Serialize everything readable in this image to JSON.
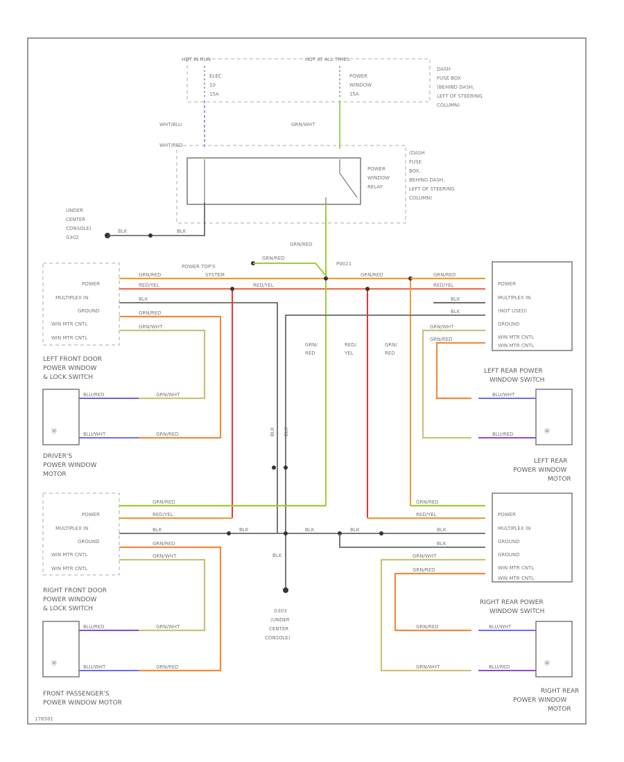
{
  "fuse_panel": {
    "hot_in_run": "HOT IN RUN",
    "hot_at_all_times": "HOT AT ALL TIMES",
    "fuse_left": [
      "ELEC",
      "10",
      "15A"
    ],
    "fuse_right": [
      "POWER",
      "WINDOW",
      "15A"
    ],
    "location": [
      "DASH",
      "FUSE BOX",
      "(BEHIND DASH,",
      "LEFT OF STEERING",
      "COLUMN)"
    ]
  },
  "wires": {
    "wht_blu": "WHT/BLU",
    "grn_wht": "GRN/WHT",
    "wht_red": "WHT/RED",
    "grn_red": "GRN/RED",
    "red_yel": "RED/YEL",
    "blk": "BLK",
    "blu_wht": "BLU/WHT",
    "blu_red": "BLU/RED",
    "grn_red_v": [
      "GRN/",
      "RED"
    ],
    "red_yel_v": [
      "RED/",
      "YEL"
    ]
  },
  "relay": {
    "name": [
      "POWER",
      "WINDOW",
      "RELAY"
    ],
    "location": [
      "(DASH",
      "FUSE",
      "BOX,",
      "BEHIND DASH,",
      "LEFT OF STEERING",
      "COLUMN)"
    ]
  },
  "ground_g302": [
    "UNDER",
    "CENTER",
    "CONSOLE)",
    "G302"
  ],
  "ground_g303": [
    "G303",
    "(UNDER",
    "CENTER",
    "CONSOLE)"
  ],
  "power_top": "POWER TOP'S",
  "power_top_system": "SYSTEM",
  "p0021": "P0021",
  "switch_pins": {
    "lf": [
      "POWER",
      "MULTIPLEX IN",
      "GROUND",
      "WIN MTR CNTL",
      "WIN MTR CNTL"
    ],
    "lr": [
      "POWER",
      "MULTIPLEX IN",
      "(NOT USED)",
      "GROUND",
      "WIN MTR CNTL",
      "WIN MTR CNTL"
    ],
    "rf": [
      "POWER",
      "MULTIPLEX IN",
      "GROUND",
      "WIN MTR CNTL",
      "WIN MTR CNTL"
    ],
    "rr": [
      "POWER",
      "MULTIPLEX IN",
      "GROUND",
      "GROUND",
      "WIN MTR CNTL",
      "WIN MTR CNTL"
    ]
  },
  "components": {
    "lf_switch": [
      "LEFT FRONT DOOR",
      "POWER WINDOW",
      "& LOCK SWITCH"
    ],
    "lr_switch": [
      "LEFT REAR POWER",
      "WINDOW SWITCH"
    ],
    "rf_switch": [
      "RIGHT FRONT DOOR",
      "POWER WINDOW",
      "& LOCK SWITCH"
    ],
    "rr_switch": [
      "RIGHT REAR POWER",
      "WINDOW SWITCH"
    ],
    "drivers_motor": [
      "DRIVER'S",
      "POWER WINDOW",
      "MOTOR"
    ],
    "lr_motor": [
      "LEFT REAR",
      "POWER WINDOW",
      "MOTOR"
    ],
    "fp_motor": [
      "FRONT PASSENGER'S",
      "POWER WINDOW MOTOR"
    ],
    "rr_motor": [
      "RIGHT REAR",
      "POWER WINDOW",
      "MOTOR"
    ]
  },
  "footer_code": "178581",
  "colors": {
    "green": "#7fd13b",
    "orange": "#f08a3c",
    "red_yel": "#f26a4a",
    "olive": "#c8c27a",
    "blue": "#5a5aff",
    "purple": "#8a4ad0",
    "black": "#555555",
    "red": "#ee3030"
  }
}
